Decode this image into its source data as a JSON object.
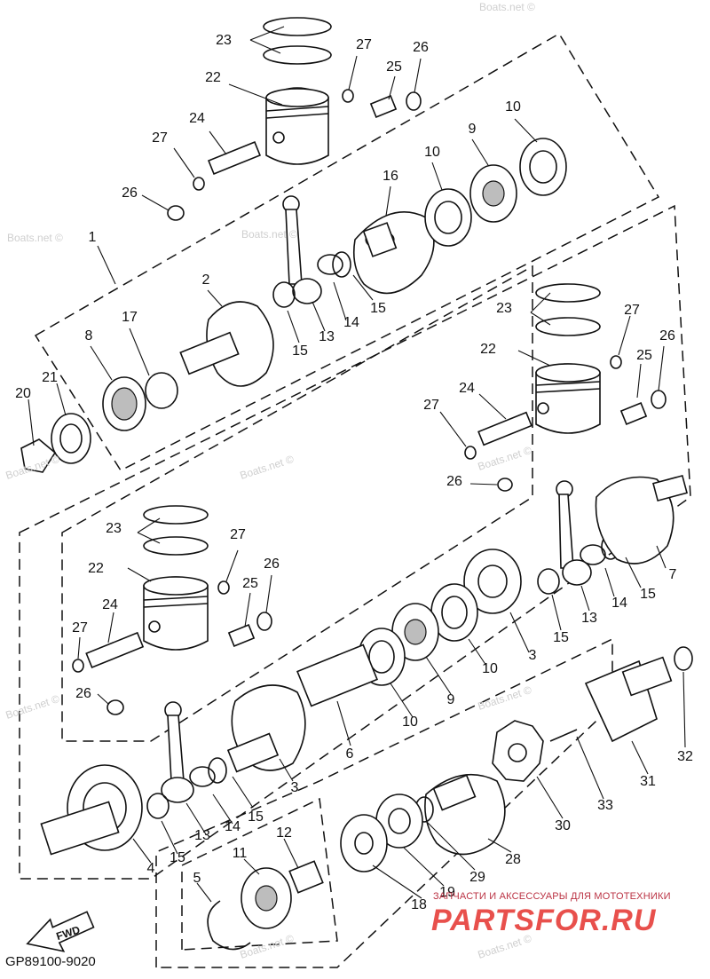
{
  "diagram": {
    "code": "GP89100-9020",
    "fwd_label": "FWD",
    "watermark": "Boats.net ©",
    "shop_tagline": "ЗАПЧАСТИ И АКСЕССУАРЫ ДЛЯ МОТОТЕХНИКИ",
    "shop_brand": "PARTSFOR.RU"
  },
  "part_labels": [
    "1",
    "2",
    "3",
    "4",
    "5",
    "6",
    "7",
    "8",
    "9",
    "10",
    "11",
    "12",
    "13",
    "14",
    "15",
    "16",
    "17",
    "18",
    "19",
    "20",
    "21",
    "22",
    "23",
    "24",
    "25",
    "26",
    "27",
    "28",
    "29",
    "30",
    "31",
    "32",
    "33"
  ],
  "label_instances": [
    {
      "id": "23",
      "n": "23"
    },
    {
      "id": "27",
      "n": "27"
    },
    {
      "id": "26",
      "n": "26"
    },
    {
      "id": "25",
      "n": "25"
    },
    {
      "id": "22",
      "n": "22"
    },
    {
      "id": "10",
      "n": "10"
    },
    {
      "id": "24",
      "n": "24"
    },
    {
      "id": "9",
      "n": "9"
    },
    {
      "id": "27",
      "n": "27"
    },
    {
      "id": "10",
      "n": "10"
    },
    {
      "id": "16",
      "n": "16"
    },
    {
      "id": "26",
      "n": "26"
    },
    {
      "id": "1",
      "n": "1"
    },
    {
      "id": "2",
      "n": "2"
    },
    {
      "id": "15",
      "n": "15"
    },
    {
      "id": "17",
      "n": "17"
    },
    {
      "id": "8",
      "n": "8"
    },
    {
      "id": "14",
      "n": "14"
    },
    {
      "id": "13",
      "n": "13"
    },
    {
      "id": "15",
      "n": "15"
    },
    {
      "id": "21",
      "n": "21"
    },
    {
      "id": "20",
      "n": "20"
    },
    {
      "id": "23",
      "n": "23"
    },
    {
      "id": "27",
      "n": "27"
    },
    {
      "id": "22",
      "n": "22"
    },
    {
      "id": "26",
      "n": "26"
    },
    {
      "id": "25",
      "n": "25"
    },
    {
      "id": "24",
      "n": "24"
    },
    {
      "id": "27",
      "n": "27"
    },
    {
      "id": "26",
      "n": "26"
    },
    {
      "id": "7",
      "n": "7"
    },
    {
      "id": "15",
      "n": "15"
    },
    {
      "id": "14",
      "n": "14"
    },
    {
      "id": "13",
      "n": "13"
    },
    {
      "id": "15",
      "n": "15"
    },
    {
      "id": "23",
      "n": "23"
    },
    {
      "id": "27",
      "n": "27"
    },
    {
      "id": "22",
      "n": "22"
    },
    {
      "id": "26",
      "n": "26"
    },
    {
      "id": "25",
      "n": "25"
    },
    {
      "id": "24",
      "n": "24"
    },
    {
      "id": "27",
      "n": "27"
    },
    {
      "id": "26",
      "n": "26"
    },
    {
      "id": "3",
      "n": "3"
    },
    {
      "id": "10",
      "n": "10"
    },
    {
      "id": "9",
      "n": "9"
    },
    {
      "id": "10",
      "n": "10"
    },
    {
      "id": "6",
      "n": "6"
    },
    {
      "id": "3",
      "n": "3"
    },
    {
      "id": "15",
      "n": "15"
    },
    {
      "id": "14",
      "n": "14"
    },
    {
      "id": "13",
      "n": "13"
    },
    {
      "id": "15",
      "n": "15"
    },
    {
      "id": "4",
      "n": "4"
    },
    {
      "id": "32",
      "n": "32"
    },
    {
      "id": "31",
      "n": "31"
    },
    {
      "id": "33",
      "n": "33"
    },
    {
      "id": "30",
      "n": "30"
    },
    {
      "id": "28",
      "n": "28"
    },
    {
      "id": "29",
      "n": "29"
    },
    {
      "id": "19",
      "n": "19"
    },
    {
      "id": "18",
      "n": "18"
    },
    {
      "id": "12",
      "n": "12"
    },
    {
      "id": "11",
      "n": "11"
    },
    {
      "id": "5",
      "n": "5"
    }
  ]
}
